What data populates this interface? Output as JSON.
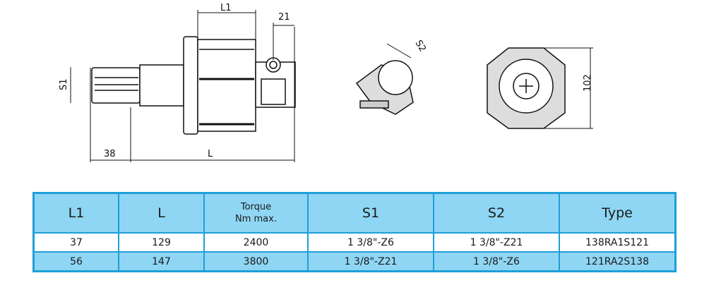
{
  "drawing": {
    "dims": {
      "l1": "L1",
      "d21": "21",
      "s1": "S1",
      "d38": "38",
      "l": "L",
      "s2": "S2",
      "d102": "102"
    }
  },
  "table": {
    "headers": [
      "L1",
      "L",
      "Torque",
      "Nm max.",
      "S1",
      "S2",
      "Type"
    ],
    "rows": [
      [
        "37",
        "129",
        "2400",
        "1 3/8\"-Z6",
        "1 3/8\"-Z21",
        "138RA1S121"
      ],
      [
        "56",
        "147",
        "3800",
        "1 3/8\"-Z21",
        "1 3/8\"-Z6",
        "121RA2S138"
      ]
    ]
  }
}
